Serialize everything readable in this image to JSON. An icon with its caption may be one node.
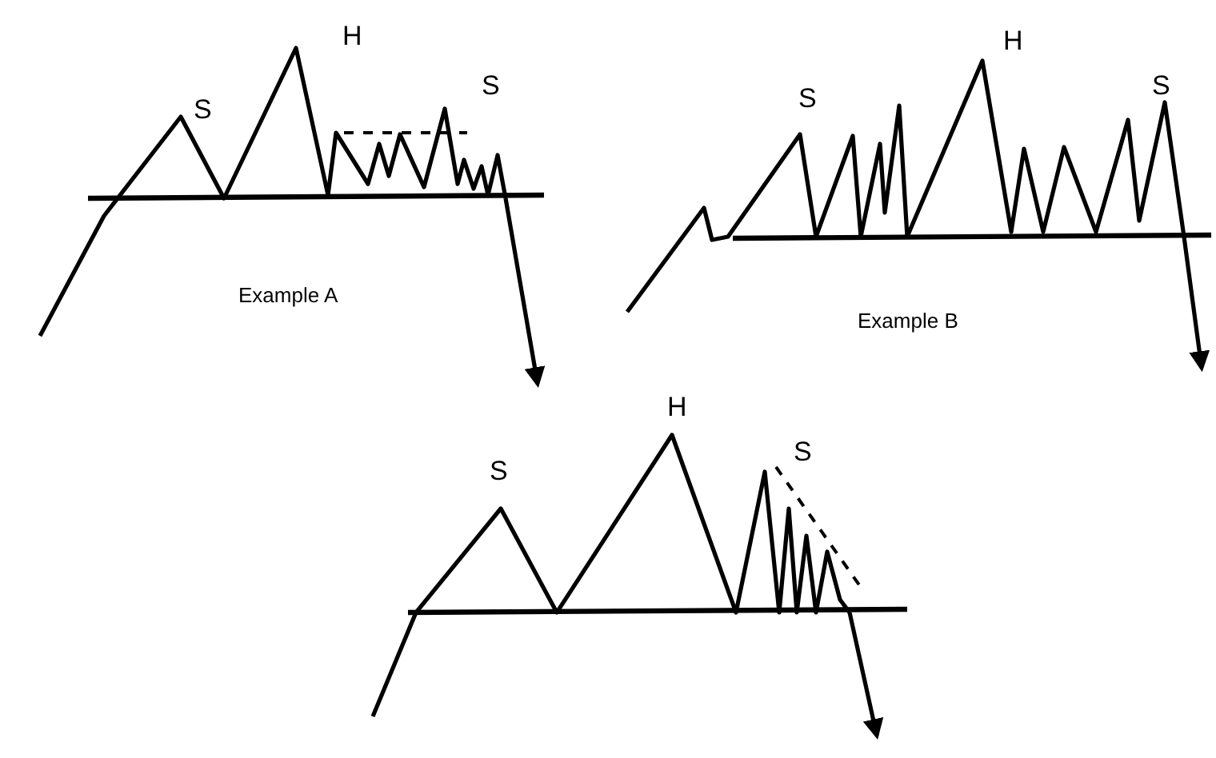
{
  "diagram": {
    "labels": [
      "H",
      "S",
      "S",
      "Example A",
      "H",
      "S",
      "S",
      "Example B",
      "H",
      "S",
      "S"
    ]
  }
}
